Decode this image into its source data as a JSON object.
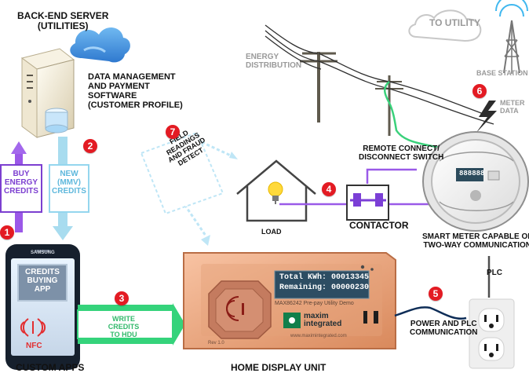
{
  "labels": {
    "back_end_server": "BACK-END SERVER\n(UTILITIES)",
    "data_management": "DATA MANAGEMENT\nAND PAYMENT\nSOFTWARE\n(CUSTOMER PROFILE)",
    "buy_energy_credits": "BUY\nENERGY\nCREDITS",
    "new_mmv_credits": "NEW\n(MMV)\nCREDITS",
    "credits_buying_app": "CREDITS\nBUYING\nAPP",
    "nfc": "NFC",
    "custom_apps": "CUSTOM APPS",
    "write_credits": "WRITE\nCREDITS\nTO HDU",
    "home_display_unit": "HOME DISPLAY UNIT",
    "field_readings": "FIELD\nREADINGS\nAND FRAUD\nDETECT",
    "energy_distribution": "ENERGY\nDISTRIBUTION",
    "to_utility": "TO UTILITY",
    "base_station": "BASE STATION",
    "meter_data": "METER\nDATA",
    "remote_switch": "REMOTE CONNECT/\nDISCONNECT SWITCH",
    "load": "LOAD",
    "contactor": "CONTACTOR",
    "smart_meter": "SMART METER CAPABLE OF\nTWO-WAY COMMUNICATION",
    "plc": "PLC",
    "power_plc": "POWER AND PLC\nCOMMUNICATION"
  },
  "hdu_display": {
    "total": "Total KWh: 00013345",
    "remaining": "Remaining: 00000230",
    "demo_label": "MAX86242 Pre-pay Utility Demo",
    "brand_line1": "maxim",
    "brand_line2": "integrated",
    "rev": "Rev 1.0",
    "url": "www.maximintegrated.com"
  },
  "phone": {
    "brand": "SAMSUNG"
  },
  "meter": {
    "reading": "888888"
  },
  "badges": [
    "1",
    "2",
    "3",
    "4",
    "5",
    "6",
    "7"
  ],
  "colors": {
    "purple": "#8b47d6",
    "light_blue": "#a8dcef",
    "green": "#3ad17b",
    "red": "#e31b23",
    "grey_text": "#9a9a9a"
  },
  "icons": {
    "server": "server-icon",
    "cloud": "cloud-icon",
    "database": "database-icon",
    "phone": "smartphone-icon",
    "nfc": "nfc-icon",
    "house": "house-icon",
    "bulb": "bulb-icon",
    "meter": "meter-icon",
    "tower": "tower-icon",
    "outlet": "outlet-icon",
    "lightning": "lightning-icon"
  }
}
